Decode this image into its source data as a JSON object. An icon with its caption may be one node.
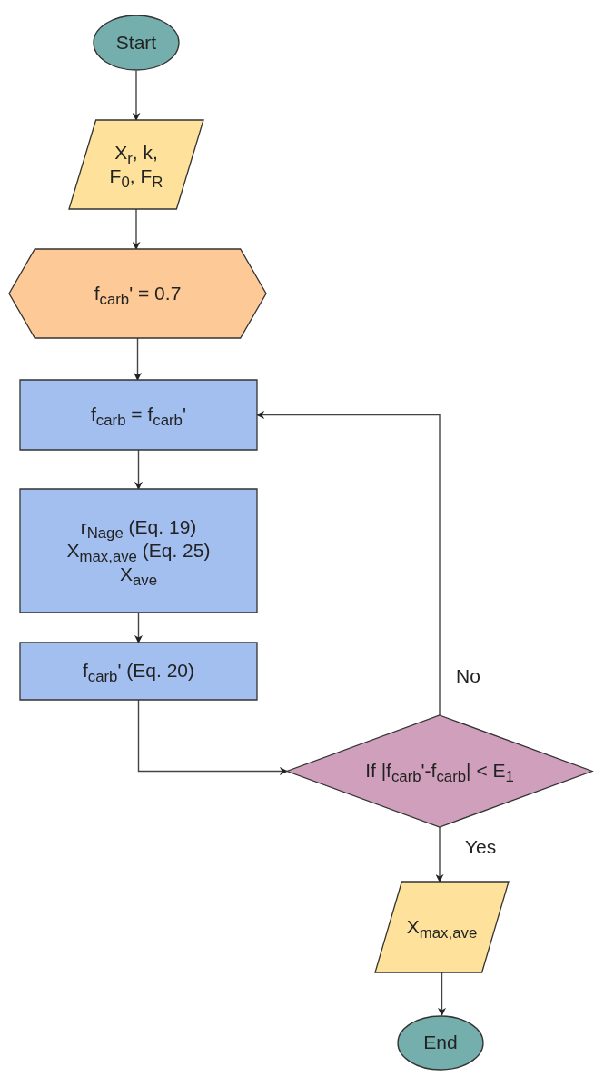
{
  "diagram": {
    "nodes": [
      {
        "text": [
          "Start"
        ]
      },
      {
        "text": [
          "X$_{r}$, k, F$_{0}$, F$_{R}$"
        ]
      },
      {
        "text": [
          "f$_{carb}$' = 0.7"
        ]
      },
      {
        "text": [
          "f$_{carb}$ = f$_{carb}$'"
        ]
      },
      {
        "text": [
          "r$_{Nage}$ (Eq. 19) X$_{max,ave}$ (Eq. 25) X$_{ave}$"
        ]
      },
      {
        "text": [
          "f$_{carb}$' (Eq. 20)"
        ]
      },
      {
        "text": [
          "If |f$_{carb}$'-f$_{carb}$| < E$_{1}$"
        ]
      },
      {
        "text": [
          "X$_{max,ave}$"
        ]
      },
      {
        "text": [
          "End"
        ]
      }
    ],
    "edges": [
      {
        "from": 0,
        "to": 1,
        "arrow": "to"
      },
      {
        "from": 1,
        "to": 2,
        "arrow": "to"
      },
      {
        "from": 2,
        "to": 3,
        "arrow": "to"
      },
      {
        "from": 3,
        "to": 4,
        "arrow": "to"
      },
      {
        "from": 4,
        "to": 5,
        "arrow": "to"
      },
      {
        "from": 5,
        "to": 6,
        "arrow": "to"
      },
      {
        "from": 6,
        "to": 3,
        "arrow": "to",
        "label": "No"
      },
      {
        "from": 6,
        "to": 7,
        "arrow": "to",
        "label": "Yes"
      },
      {
        "from": 7,
        "to": 8,
        "arrow": "to"
      }
    ]
  }
}
